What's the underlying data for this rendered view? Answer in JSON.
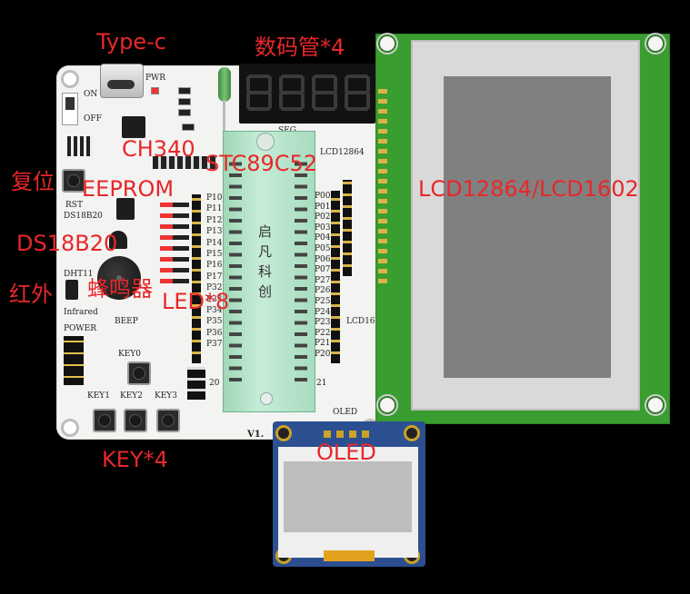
{
  "labels": {
    "typec": "Type-c",
    "segment": "数码管*4",
    "ch340": "CH340",
    "stc": "STC89C52",
    "reset": "复位",
    "eeprom": "EEPROM",
    "ds18b20": "DS18B20",
    "infrared": "红外",
    "buzzer": "蜂鸣器",
    "led": "LED*8",
    "key": "KEY*4",
    "lcd": "LCD12864/LCD1602",
    "oled": "OLED"
  },
  "silkscreen": {
    "on": "ON",
    "off": "OFF",
    "pwr": "PWR",
    "rst": "RST",
    "ds18b20": "DS18B20",
    "dht11": "DHT11",
    "infrared": "Infrared",
    "beep": "BEEP",
    "power": "POWER",
    "key0": "KEY0",
    "key1": "KEY1",
    "key2": "KEY2",
    "key3": "KEY3",
    "lcd12864": "LCD12864",
    "lcd16": "LCD16",
    "oled": "OLED",
    "seg": "SEG",
    "ports_left": [
      "P10",
      "P11",
      "P12",
      "P13",
      "P14",
      "P15",
      "P16",
      "P17",
      "P32",
      "P33",
      "P34",
      "P35",
      "P36",
      "P37"
    ],
    "ports_right": [
      "P00",
      "P01",
      "P02",
      "P03",
      "P04",
      "P05",
      "P06",
      "P07",
      "P27",
      "P26",
      "P25",
      "P24",
      "P23",
      "P22",
      "P21",
      "P20"
    ],
    "pin_20": "20",
    "pin_21": "21",
    "brand_cn": [
      "启",
      "凡",
      "科",
      "创"
    ],
    "version": "V1."
  },
  "colors": {
    "label_red": "#e8272a",
    "pcb_green": "#3a9d2f",
    "oled_blue": "#2c4f91",
    "zif_green": "#b6e3c9"
  }
}
